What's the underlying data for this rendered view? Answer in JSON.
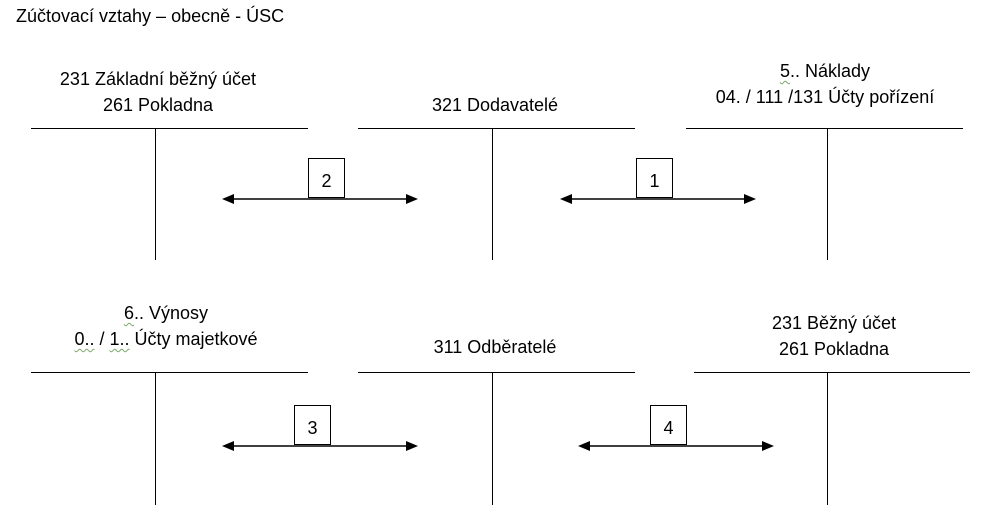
{
  "title": "Zúčtovací vztahy – obecně - ÚSC",
  "accounts": {
    "top_left": {
      "line1": "231 Základní běžný účet",
      "line2": "261 Pokladna"
    },
    "top_middle": {
      "line1": "321 Dodavatelé"
    },
    "top_right": {
      "line1_prefix": "5",
      "line1_suffix": ".. Náklady",
      "line2_prefix": "04. / 111 /131 Účty pořízení"
    },
    "bottom_left": {
      "line1_prefix": "6",
      "line1_suffix": ".. Výnosy",
      "line2_a": "0..",
      "line2_b": " / ",
      "line2_c": "1..",
      "line2_d": " Účty majetkové"
    },
    "bottom_middle": {
      "line1": "311 Odběratelé"
    },
    "bottom_right": {
      "line1": "231 Běžný účet",
      "line2": "261 Pokladna"
    }
  },
  "relations": {
    "r1": "1",
    "r2": "2",
    "r3": "3",
    "r4": "4"
  }
}
